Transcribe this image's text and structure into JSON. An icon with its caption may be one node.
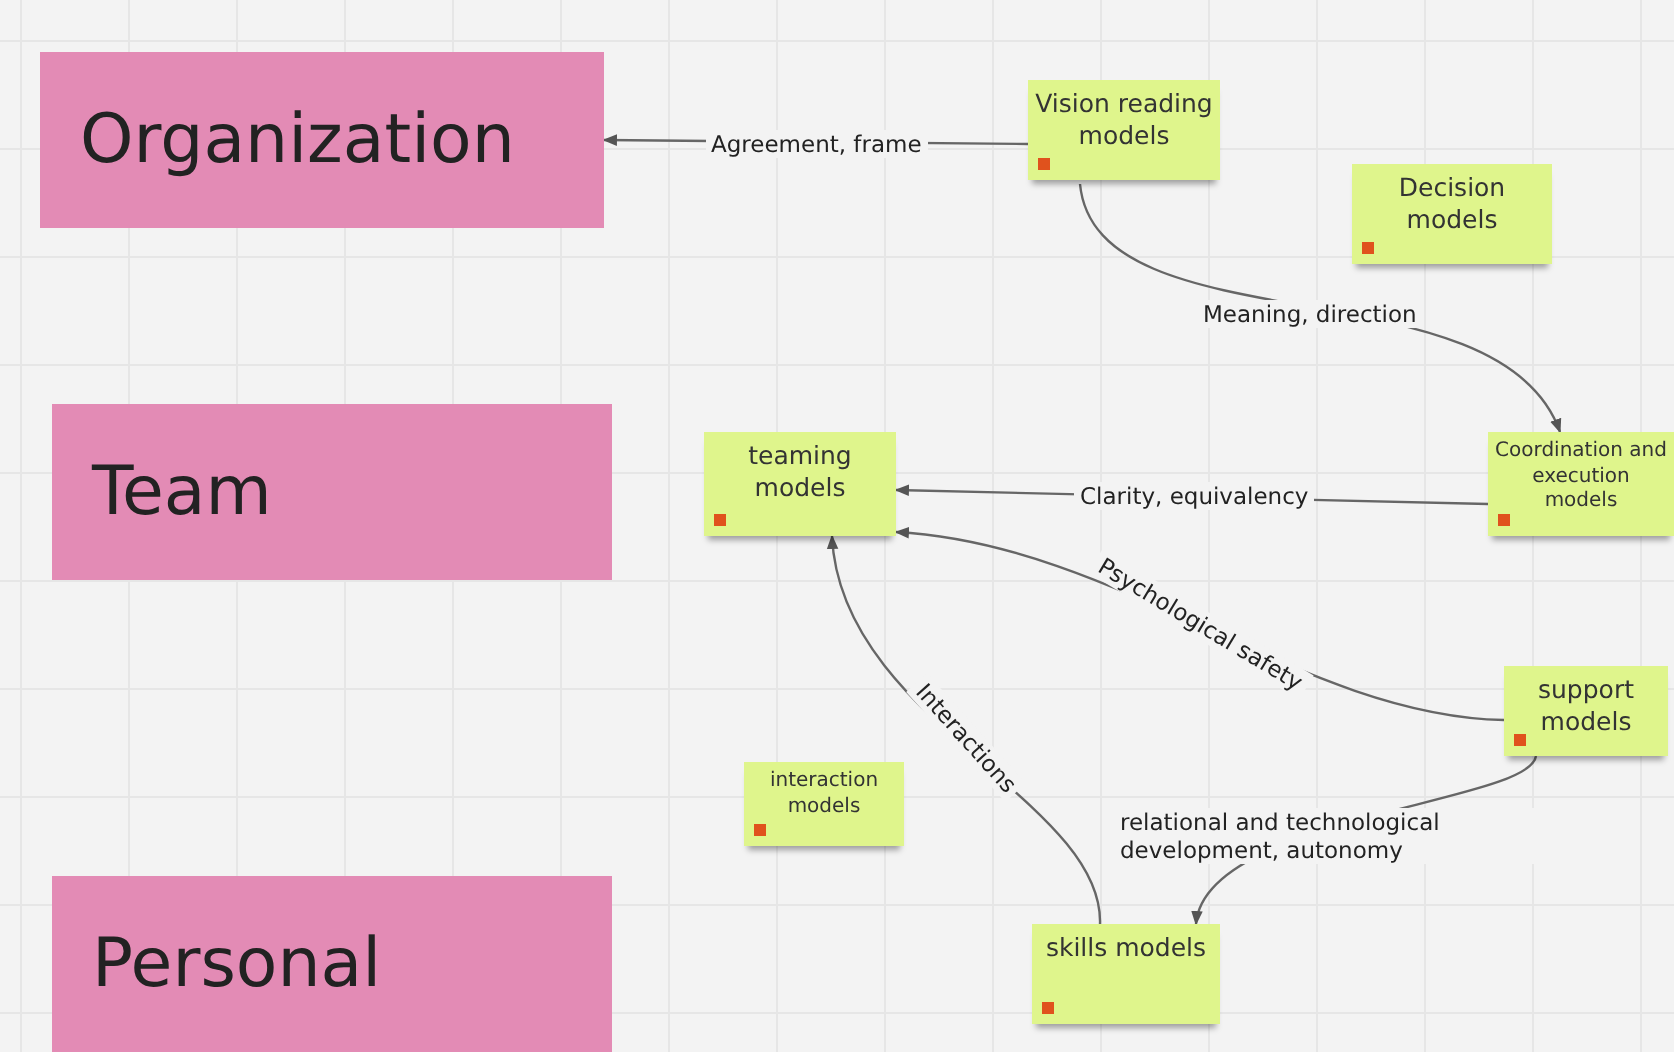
{
  "diagram": {
    "nodes": [
      {
        "text": [
          "Organization"
        ]
      },
      {
        "text": [
          "Team"
        ]
      },
      {
        "text": [
          "Personal"
        ]
      },
      {
        "text": [
          "Vision reading models"
        ]
      },
      {
        "text": [
          "Decision models"
        ]
      },
      {
        "text": [
          "teaming models"
        ]
      },
      {
        "text": [
          "Coordination and execution models"
        ]
      },
      {
        "text": [
          "support models"
        ]
      },
      {
        "text": [
          "interaction models"
        ]
      },
      {
        "text": [
          "skills models"
        ]
      }
    ],
    "edges": [
      {
        "from": 3,
        "to": 0,
        "arrow": "to",
        "label": "Agreement, frame"
      },
      {
        "from": 3,
        "to": 6,
        "arrow": "to",
        "label": "Meaning, direction"
      },
      {
        "from": 6,
        "to": 5,
        "arrow": "to",
        "label": "Clarity, equivalency"
      },
      {
        "from": 7,
        "to": 5,
        "arrow": "to",
        "label": "Psychological safety"
      },
      {
        "from": 9,
        "to": 5,
        "arrow": "to",
        "label": "Interactions"
      },
      {
        "from": 7,
        "to": 9,
        "arrow": "to",
        "label": "relational and technological development, autonomy"
      }
    ]
  }
}
